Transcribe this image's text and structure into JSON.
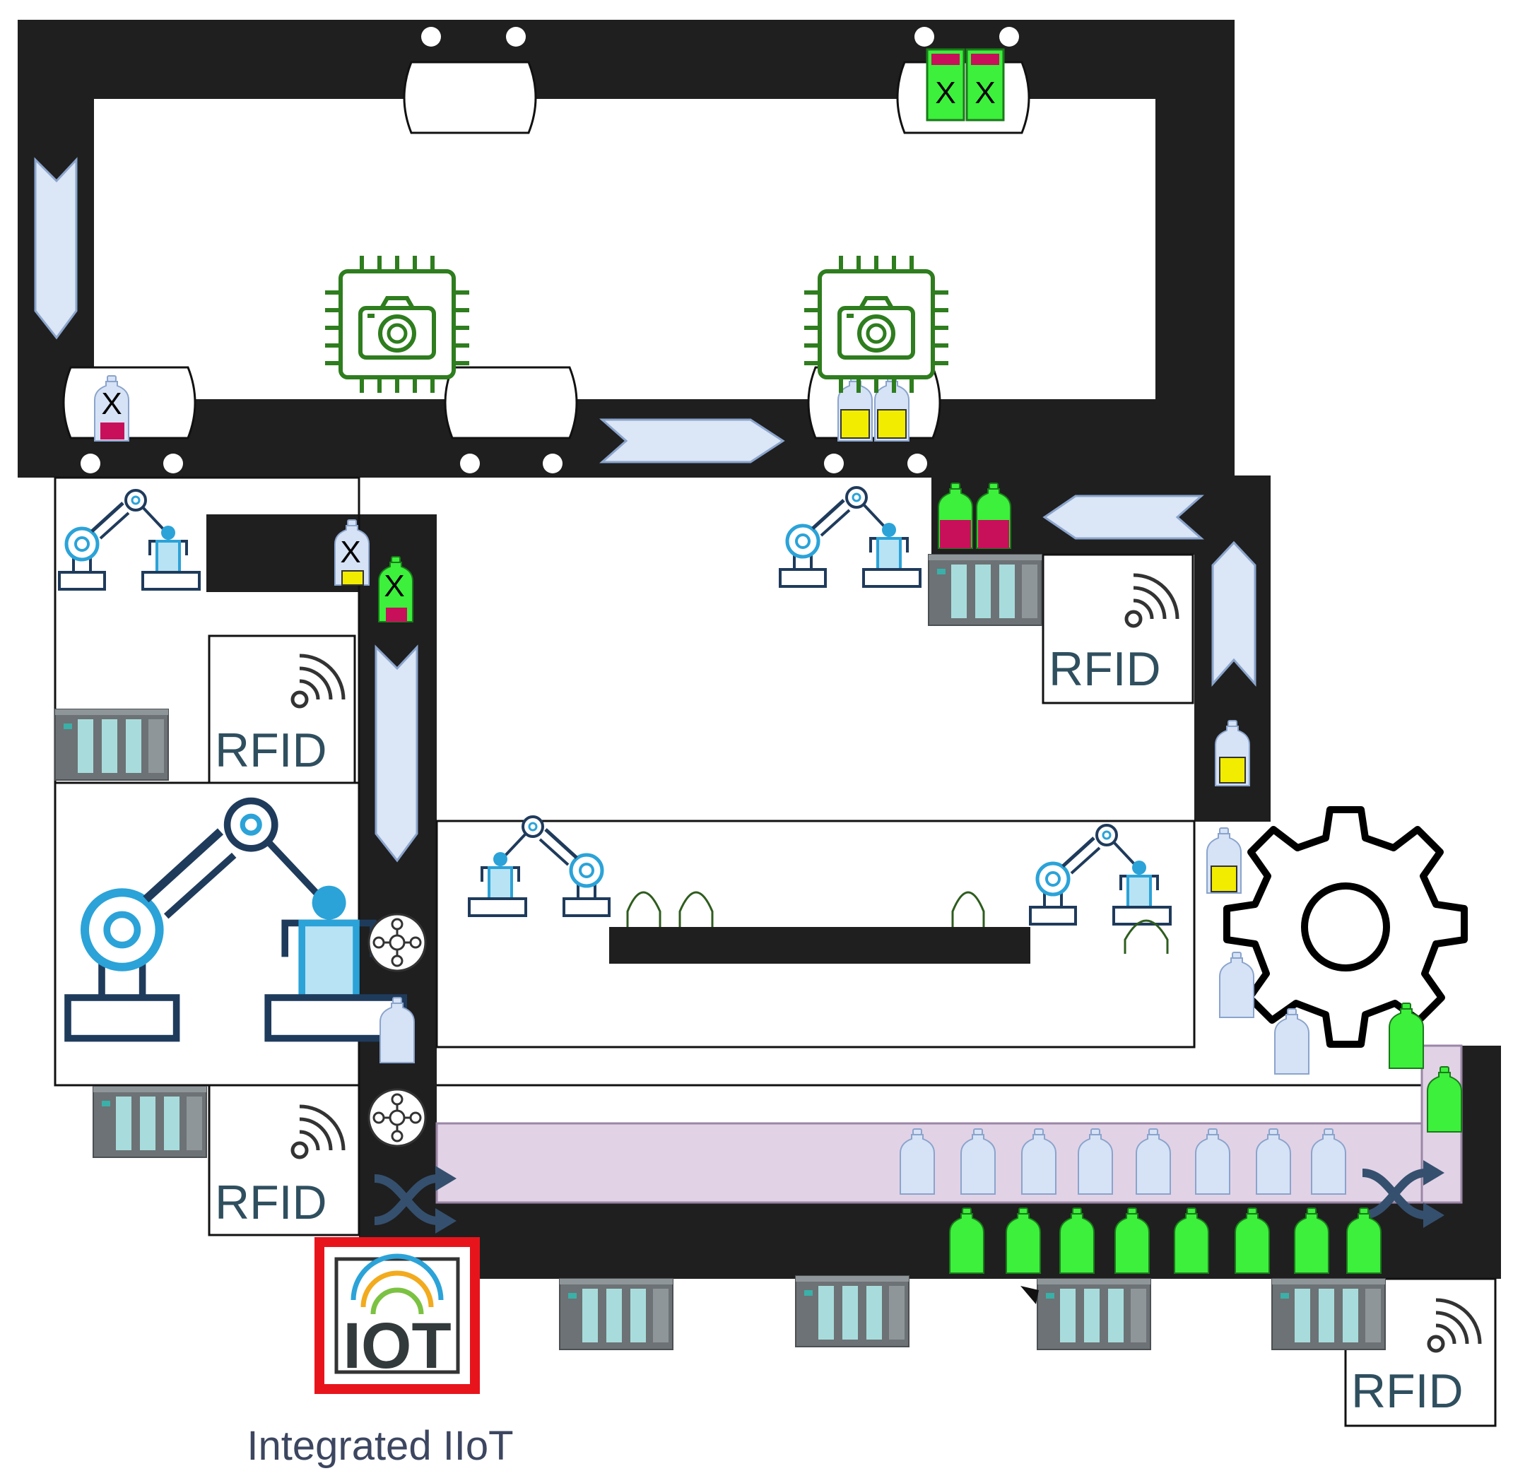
{
  "labels": {
    "rfid": "RFID",
    "x_mark": "X",
    "iot": "IOT",
    "caption": "Integrated IIoT"
  },
  "colors": {
    "conveyor": "#1f1f1f",
    "arrow_fill": "#dbe6f6",
    "arrow_stroke": "#8aa4cc",
    "bottle_empty": "#d6e2f5",
    "bottle_green": "#3cf03c",
    "label_magenta": "#c8105a",
    "label_yellow": "#f2ec00",
    "camera_green": "#2e7d1e",
    "robot_dark": "#1f3b5c",
    "robot_light": "#2ba3d8",
    "buffer_purple": "#e2d2e6",
    "iot_highlight": "#e8141c",
    "plc_gray": "#6c7275",
    "plc_slot": "#a8dcdc"
  },
  "icons": [
    "camera-chip-icon",
    "robot-arm-icon",
    "rfid-reader-icon",
    "plc-module-icon",
    "gear-icon",
    "bottle-icon",
    "conveyor-arrow-icon",
    "sorter-wheel-icon",
    "switch-shuffle-icon",
    "iot-icon"
  ]
}
